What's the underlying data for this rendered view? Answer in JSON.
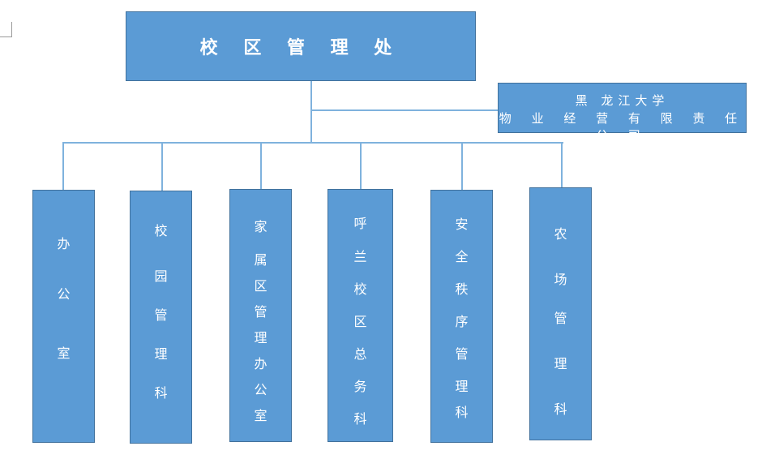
{
  "diagram": {
    "top": {
      "label": "校 区 管 理 处"
    },
    "side": {
      "line1": "黑 龙江大学",
      "line2": "物 业 经 营 有 限 责 任 公 司"
    },
    "departments": [
      {
        "label": "办公室",
        "chars": [
          "办",
          "公",
          "室"
        ]
      },
      {
        "label": "校园管理科",
        "chars": [
          "校",
          "园",
          "管",
          "理",
          "科"
        ]
      },
      {
        "label": "家属区管理办公室",
        "chars": [
          "家",
          "属",
          "区",
          "管",
          "理",
          "办",
          "公",
          "室"
        ]
      },
      {
        "label": "呼兰校区总务科",
        "chars": [
          "呼",
          "兰",
          "校",
          "区",
          "总",
          "务",
          "科"
        ]
      },
      {
        "label": "安全秩序管理科",
        "chars": [
          "安",
          "全",
          "秩",
          "序",
          "管",
          "理",
          "科"
        ]
      },
      {
        "label": "农场管理科",
        "chars": [
          "农",
          "场",
          "管",
          "理",
          "科"
        ]
      }
    ]
  }
}
